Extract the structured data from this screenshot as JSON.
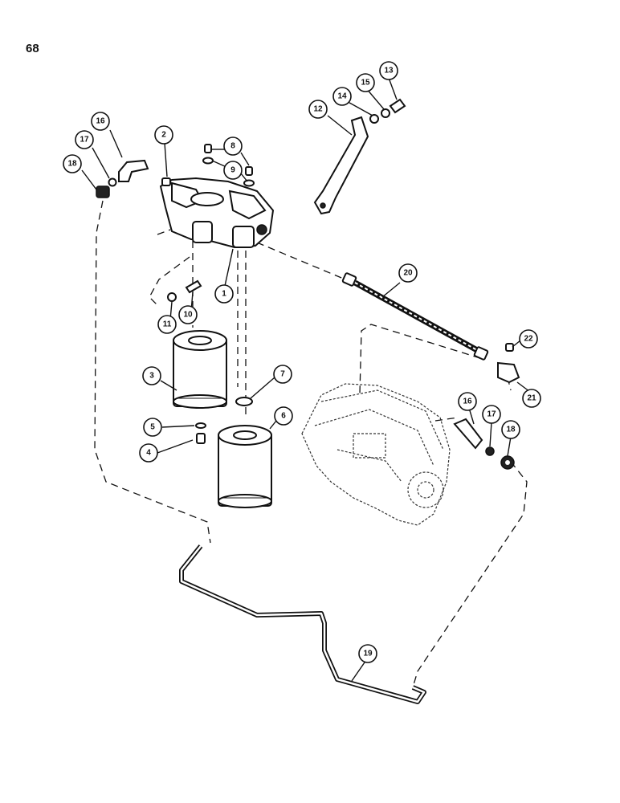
{
  "page": {
    "number": "68"
  },
  "callouts": {
    "c1": "1",
    "c2": "2",
    "c3": "3",
    "c4": "4",
    "c5": "5",
    "c6": "6",
    "c7": "7",
    "c8": "8",
    "c9": "9",
    "c10": "10",
    "c11": "11",
    "c12": "12",
    "c13": "13",
    "c14": "14",
    "c15": "15",
    "c16a": "16",
    "c16b": "16",
    "c17a": "17",
    "c17b": "17",
    "c18a": "18",
    "c18b": "18",
    "c19": "19",
    "c20": "20",
    "c21": "21",
    "c22": "22"
  }
}
